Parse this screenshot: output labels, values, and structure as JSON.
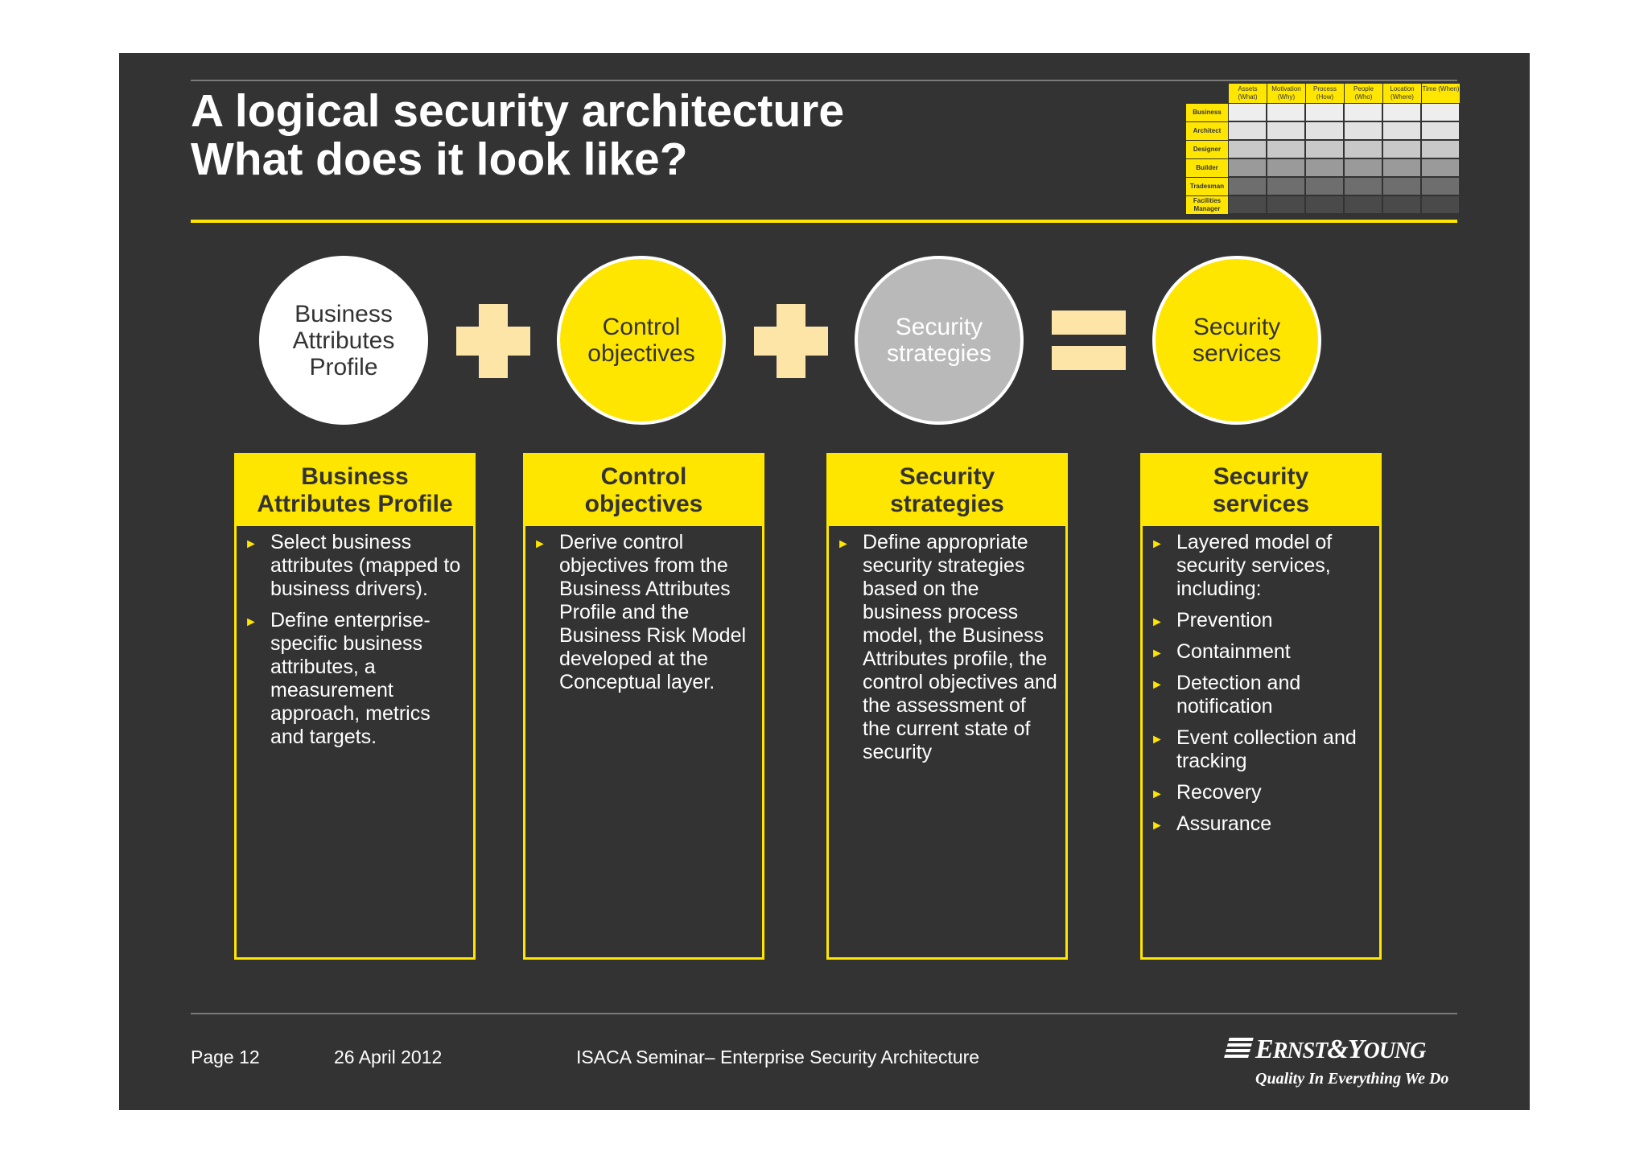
{
  "title": {
    "line1": "A logical security architecture",
    "line2": "What does it look like?"
  },
  "equation": {
    "terms": [
      "Business Attributes Profile",
      "Control objectives",
      "Security strategies",
      "Security services"
    ],
    "circle1": [
      "Business",
      "Attributes",
      "Profile"
    ],
    "circle2": [
      "Control",
      "objectives"
    ],
    "circle3": [
      "Security",
      "strategies"
    ],
    "circle4": [
      "Security",
      "services"
    ]
  },
  "columns": [
    {
      "header": [
        "Business",
        "Attributes Profile"
      ],
      "bullets": [
        "Select business attributes (mapped to business drivers).",
        "Define enterprise-specific business attributes, a measurement approach, metrics and targets."
      ]
    },
    {
      "header": [
        "Control",
        "objectives"
      ],
      "bullets": [
        "Derive control objectives from the Business Attributes Profile and the Business Risk Model developed at the Conceptual layer."
      ]
    },
    {
      "header": [
        "Security",
        "strategies"
      ],
      "bullets": [
        "Define appropriate security strategies based on the business process model, the Business Attributes profile, the control objectives and the assessment of the current state of security"
      ]
    },
    {
      "header": [
        "Security",
        "services"
      ],
      "bullets": [
        "Layered model of security services, including:",
        "Prevention",
        "Containment",
        "Detection and notification",
        "Event collection and tracking",
        "Recovery",
        "Assurance"
      ]
    }
  ],
  "zachman": {
    "columns": [
      "Assets (What)",
      "Motivation (Why)",
      "Process (How)",
      "People (Who)",
      "Location (Where)",
      "Time (When)"
    ],
    "rows": [
      "Business",
      "Architect",
      "Designer",
      "Builder",
      "Tradesman",
      "Facilities Manager"
    ],
    "highlight_row": "Designer"
  },
  "footer": {
    "page": "Page 12",
    "date": "26 April 2012",
    "event": "ISACA Seminar– Enterprise Security Architecture",
    "logo": "Ernst & Young",
    "tagline": "Quality In Everything We Do"
  },
  "colors": {
    "background": "#333333",
    "accent": "#ffe600",
    "grey": "#b9b9b9",
    "operator": "#fde5a8"
  }
}
